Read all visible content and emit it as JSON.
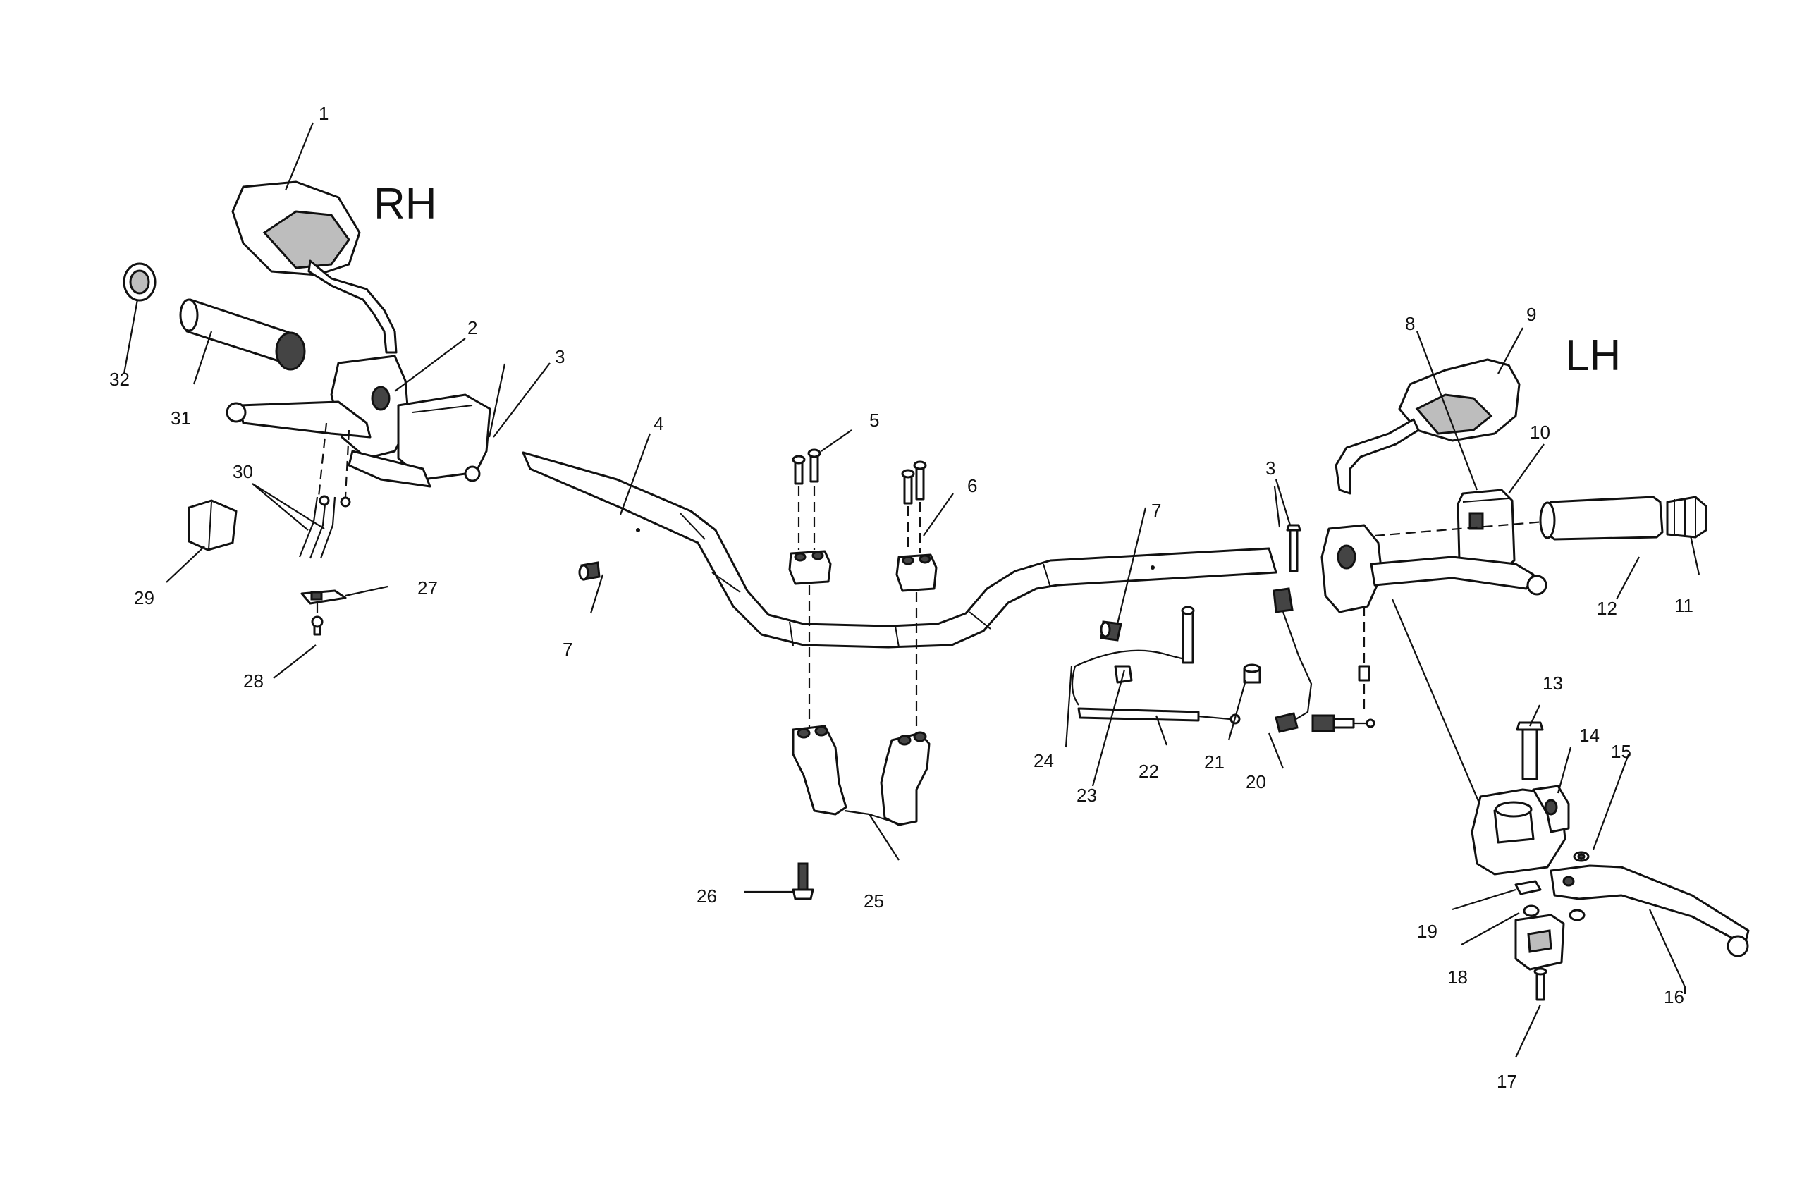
{
  "diagram": {
    "side_labels": {
      "right": "RH",
      "left": "LH"
    },
    "callouts": [
      "1",
      "2",
      "3",
      "3",
      "4",
      "5",
      "6",
      "7",
      "7",
      "8",
      "9",
      "10",
      "11",
      "12",
      "13",
      "14",
      "15",
      "16",
      "17",
      "18",
      "19",
      "20",
      "21",
      "22",
      "23",
      "24",
      "25",
      "26",
      "27",
      "28",
      "29",
      "30",
      "31",
      "32"
    ]
  }
}
